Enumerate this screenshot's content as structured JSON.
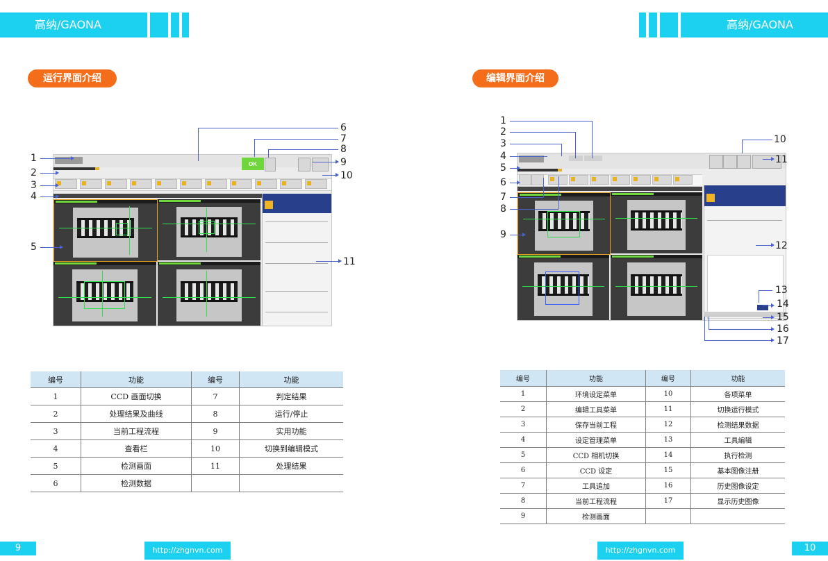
{
  "brand": "高纳/GAONA",
  "left_page": {
    "section_title": "运行界面介绍",
    "callouts": [
      "1",
      "2",
      "3",
      "4",
      "5",
      "6",
      "7",
      "8",
      "9",
      "10",
      "11"
    ],
    "screenshot": {
      "result_badge": "OK"
    },
    "table": {
      "headers": [
        "编号",
        "功能",
        "编号",
        "功能"
      ],
      "rows": [
        [
          "1",
          "CCD 画面切换",
          "7",
          "判定结果"
        ],
        [
          "2",
          "处理结果及曲线",
          "8",
          "运行/停止"
        ],
        [
          "3",
          "当前工程流程",
          "9",
          "实用功能"
        ],
        [
          "4",
          "查看栏",
          "10",
          "切换到编辑模式"
        ],
        [
          "5",
          "检测画面",
          "11",
          "处理结果"
        ],
        [
          "6",
          "检测数据",
          "",
          ""
        ]
      ]
    },
    "page_number": "9",
    "url": "http://zhgnvn.com"
  },
  "right_page": {
    "section_title": "编辑界面介绍",
    "callouts": [
      "1",
      "2",
      "3",
      "4",
      "5",
      "6",
      "7",
      "8",
      "9",
      "10",
      "11",
      "12",
      "13",
      "14",
      "15",
      "16",
      "17"
    ],
    "table": {
      "headers": [
        "编号",
        "功能",
        "编号",
        "功能"
      ],
      "rows": [
        [
          "1",
          "环境设定菜单",
          "10",
          "各项菜单"
        ],
        [
          "2",
          "编辑工具菜单",
          "11",
          "切换运行模式"
        ],
        [
          "3",
          "保存当前工程",
          "12",
          "检测结果数据"
        ],
        [
          "4",
          "设定管理菜单",
          "13",
          "工具编辑"
        ],
        [
          "5",
          "CCD 相机切换",
          "14",
          "执行检测"
        ],
        [
          "6",
          "CCD 设定",
          "15",
          "基本图像注册"
        ],
        [
          "7",
          "工具追加",
          "16",
          "历史图像设定"
        ],
        [
          "8",
          "当前工程流程",
          "17",
          "显示历史图像"
        ],
        [
          "9",
          "检测画面",
          "",
          ""
        ]
      ]
    },
    "page_number": "10",
    "url": "http://zhgnvn.com"
  },
  "colors": {
    "brand_cyan": "#1cd0f0",
    "accent_orange": "#f36d1a",
    "callout_line": "#4a63c9",
    "table_header": "#d1e6f5",
    "ok_green": "#6fd63b"
  }
}
